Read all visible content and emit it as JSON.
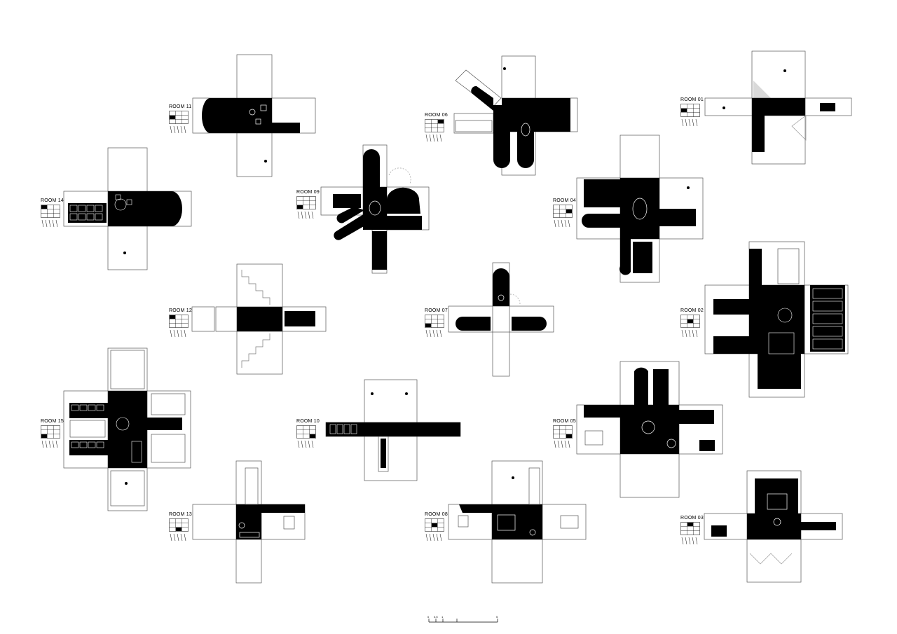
{
  "rooms": [
    {
      "label": "ROOM 01"
    },
    {
      "label": "ROOM 02"
    },
    {
      "label": "ROOM 03"
    },
    {
      "label": "ROOM 04"
    },
    {
      "label": "ROOM 05"
    },
    {
      "label": "ROOM 06"
    },
    {
      "label": "ROOM 07"
    },
    {
      "label": "ROOM 08"
    },
    {
      "label": "ROOM 09"
    },
    {
      "label": "ROOM 10"
    },
    {
      "label": "ROOM 11"
    },
    {
      "label": "ROOM 12"
    },
    {
      "label": "ROOM 13"
    },
    {
      "label": "ROOM 14"
    },
    {
      "label": "ROOM 15"
    }
  ],
  "colors": {
    "ink": "#000000",
    "paper": "#ffffff",
    "line": "#555555"
  },
  "scale_bar": {
    "ticks": [
      "0",
      "0.5",
      "1",
      "",
      "5"
    ]
  }
}
